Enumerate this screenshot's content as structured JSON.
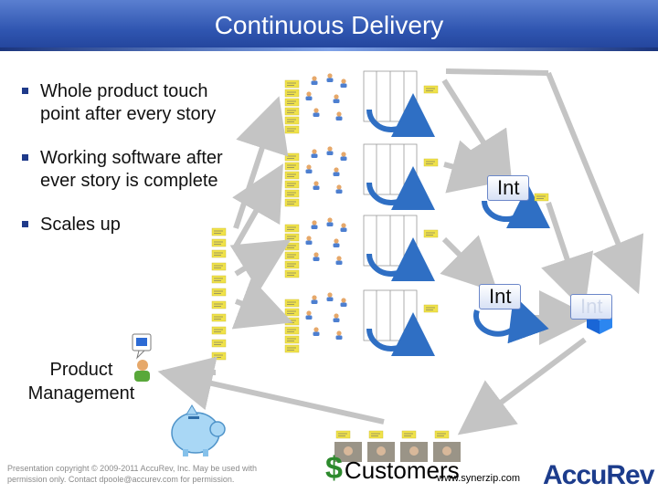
{
  "header": {
    "title": "Continuous Delivery"
  },
  "bullets": [
    {
      "text": "Whole product touch point after every story"
    },
    {
      "text": "Working software after ever story is complete"
    },
    {
      "text": "Scales up"
    }
  ],
  "labels": {
    "int_1": "Int",
    "int_2": "Int",
    "int_3": "Int",
    "product_management": "Product Management",
    "customers": "Customers",
    "dollar": "$",
    "website": "www.synerzip.com",
    "logo": "AccuRev",
    "copyright": "Presentation copyright © 2009-2011 AccuRev, Inc. May be used with permission only. Contact dpoole@accurev.com for permission."
  },
  "colors": {
    "title_bar": "#2f55b0",
    "arrow": "#c4c4c4",
    "cycle": "#2f6fc4",
    "sticky": "#f0e24a",
    "dollar": "#2d8a2d"
  },
  "icons": [
    "sticky-note-icon",
    "person-icon",
    "board-icon",
    "cycle-arrow-icon",
    "piggy-bank-icon",
    "cube-icon",
    "speech-bubble-icon"
  ]
}
